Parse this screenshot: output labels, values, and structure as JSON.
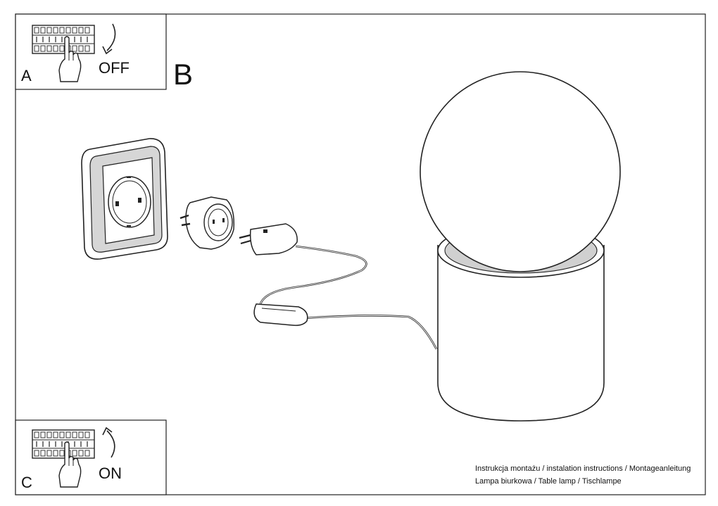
{
  "steps": {
    "a": {
      "letter": "A",
      "action": "OFF"
    },
    "b": {
      "letter": "B"
    },
    "c": {
      "letter": "C",
      "action": "ON"
    }
  },
  "caption": {
    "line1": "Instrukcja montażu / instalation instructions / Montageanleitung",
    "line2": "Lampa biurkowa / Table lamp / Tischlampe"
  },
  "icons": [
    "circuit-breaker-icon",
    "hand-icon",
    "curved-arrow-down-icon",
    "curved-arrow-up-icon",
    "wall-socket-icon",
    "plug-adapter-icon",
    "plug-icon",
    "inline-switch-icon",
    "table-lamp-icon"
  ],
  "colors": {
    "line": "#222222",
    "background": "#ffffff",
    "shade": "#c8c8c8"
  }
}
